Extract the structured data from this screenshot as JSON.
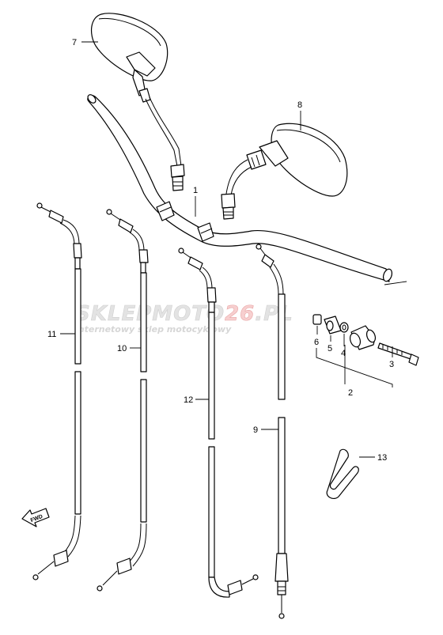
{
  "watermark": {
    "brand_part1": "SKLEPMOTO",
    "brand_part2": "26",
    "brand_part3": ".PL",
    "tagline": "internetowy sklep motocyklowy",
    "accent_color": "#e8a6a6"
  },
  "fwd_marker": {
    "label": "FWD",
    "icon": "forward-arrow-icon"
  },
  "callouts": {
    "c1": "1",
    "c2": "2",
    "c3": "3",
    "c4": "4",
    "c5": "5",
    "c6": "6",
    "c7": "7",
    "c8": "8",
    "c9": "9",
    "c10": "10",
    "c11": "11",
    "c12": "12",
    "c13": "13"
  }
}
